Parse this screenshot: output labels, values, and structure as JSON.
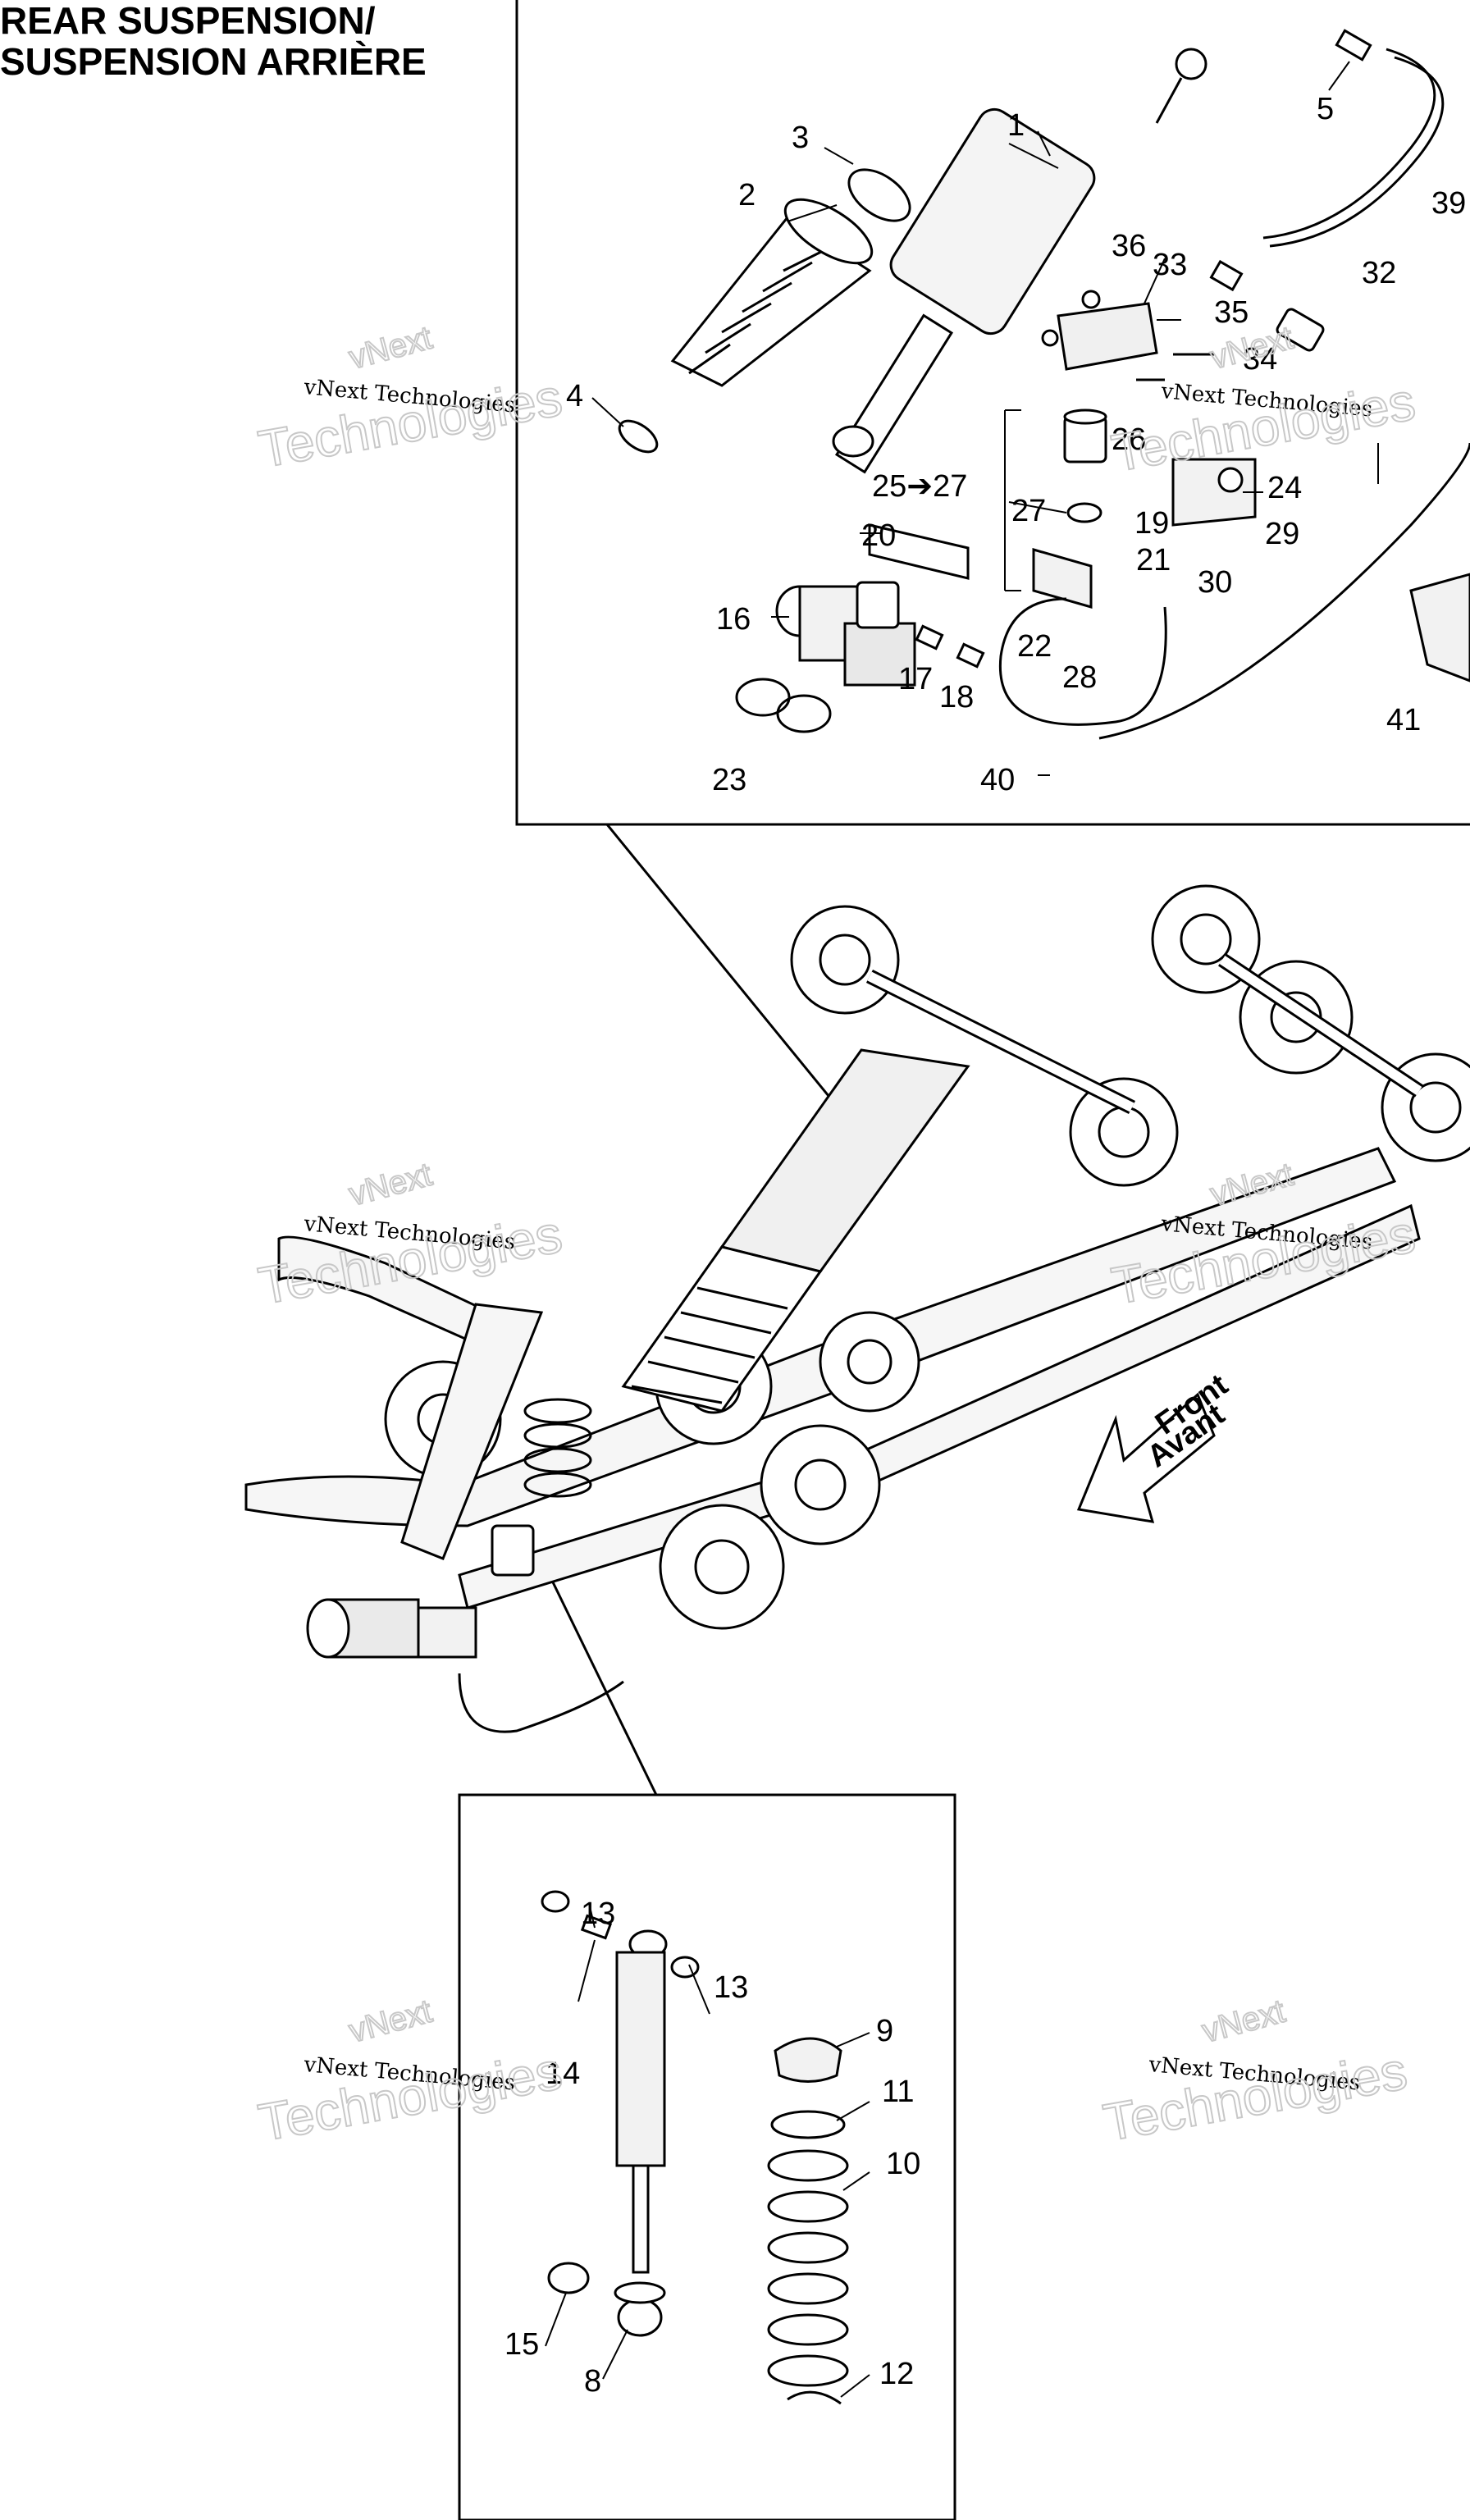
{
  "title": {
    "line1": "REAR SUSPENSION/",
    "line2": "SUSPENSION ARRIÈRE"
  },
  "front_arrow": {
    "line1": "Front",
    "line2": "Avant"
  },
  "watermark": {
    "brand": "vNext",
    "full": "vNext Technologies",
    "word": "Technologies"
  },
  "callouts": {
    "c1": "1",
    "c2": "2",
    "c3": "3",
    "c4": "4",
    "c5": "5",
    "c8": "8",
    "c9": "9",
    "c10": "10",
    "c11": "11",
    "c12": "12",
    "c13a": "13",
    "c13b": "13",
    "c14": "14",
    "c15": "15",
    "c16": "16",
    "c17": "17",
    "c18": "18",
    "c19": "19",
    "c20": "20",
    "c21": "21",
    "c22": "22",
    "c23": "23",
    "c24": "24",
    "c25_27": "25➔27",
    "c26": "26",
    "c27": "27",
    "c28": "28",
    "c29": "29",
    "c30": "30",
    "c32": "32",
    "c33": "33",
    "c34": "34",
    "c35": "35",
    "c36": "36",
    "c39": "39",
    "c40": "40",
    "c41": "41"
  }
}
